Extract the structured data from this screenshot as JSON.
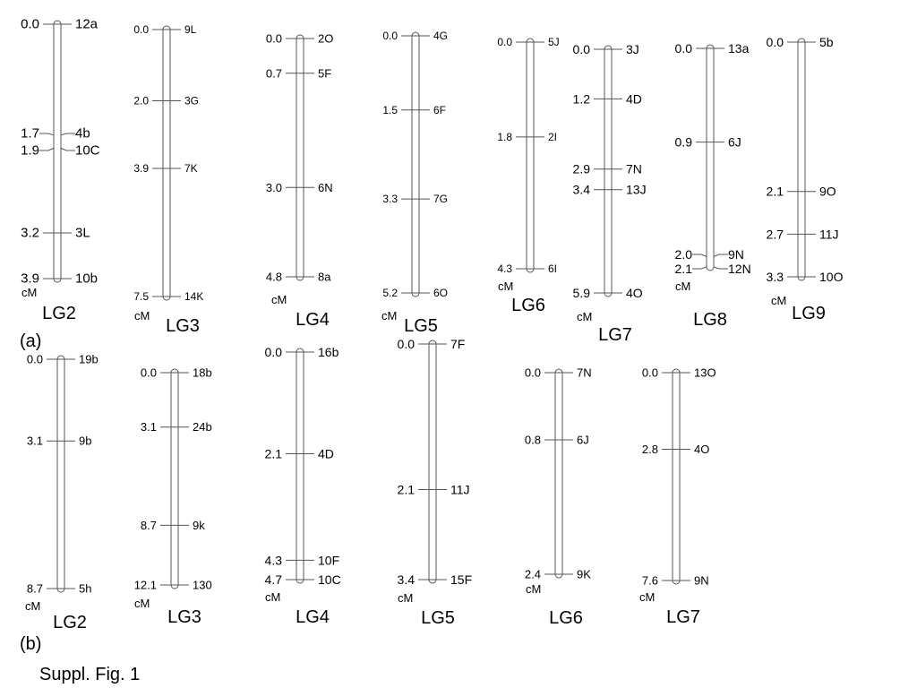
{
  "caption": "Suppl. Fig. 1",
  "unit": "cM",
  "panels": [
    {
      "label": "(a)",
      "groups": [
        {
          "name": "LG2",
          "markers": [
            {
              "pos": "0.0",
              "name": "12a"
            },
            {
              "pos": "1.7",
              "name": "4b"
            },
            {
              "pos": "1.9",
              "name": "10C"
            },
            {
              "pos": "3.2",
              "name": "3L"
            },
            {
              "pos": "3.9",
              "name": "10b"
            }
          ]
        },
        {
          "name": "LG3",
          "markers": [
            {
              "pos": "0.0",
              "name": "9L"
            },
            {
              "pos": "2.0",
              "name": "3G"
            },
            {
              "pos": "3.9",
              "name": "7K"
            },
            {
              "pos": "7.5",
              "name": "14K"
            }
          ]
        },
        {
          "name": "LG4",
          "markers": [
            {
              "pos": "0.0",
              "name": "2O"
            },
            {
              "pos": "0.7",
              "name": "5F"
            },
            {
              "pos": "3.0",
              "name": "6N"
            },
            {
              "pos": "4.8",
              "name": "8a"
            }
          ]
        },
        {
          "name": "LG5",
          "markers": [
            {
              "pos": "0.0",
              "name": "4G"
            },
            {
              "pos": "1.5",
              "name": "6F"
            },
            {
              "pos": "3.3",
              "name": "7G"
            },
            {
              "pos": "5.2",
              "name": "6O"
            }
          ]
        },
        {
          "name": "LG6",
          "markers": [
            {
              "pos": "0.0",
              "name": "5J"
            },
            {
              "pos": "1.8",
              "name": "2I"
            },
            {
              "pos": "4.3",
              "name": "6I"
            }
          ]
        },
        {
          "name": "LG7",
          "markers": [
            {
              "pos": "0.0",
              "name": "3J"
            },
            {
              "pos": "1.2",
              "name": "4D"
            },
            {
              "pos": "2.9",
              "name": "7N"
            },
            {
              "pos": "3.4",
              "name": "13J"
            },
            {
              "pos": "5.9",
              "name": "4O"
            }
          ]
        },
        {
          "name": "LG8",
          "markers": [
            {
              "pos": "0.0",
              "name": "13a"
            },
            {
              "pos": "0.9",
              "name": "6J"
            },
            {
              "pos": "2.0",
              "name": "9N"
            },
            {
              "pos": "2.1",
              "name": "12N"
            }
          ]
        },
        {
          "name": "LG9",
          "markers": [
            {
              "pos": "0.0",
              "name": "5b"
            },
            {
              "pos": "2.1",
              "name": "9O"
            },
            {
              "pos": "2.7",
              "name": "11J"
            },
            {
              "pos": "3.3",
              "name": "10O"
            }
          ]
        }
      ]
    },
    {
      "label": "(b)",
      "groups": [
        {
          "name": "LG2",
          "markers": [
            {
              "pos": "0.0",
              "name": "19b"
            },
            {
              "pos": "3.1",
              "name": "9b"
            },
            {
              "pos": "8.7",
              "name": "5h"
            }
          ]
        },
        {
          "name": "LG3",
          "markers": [
            {
              "pos": "0.0",
              "name": "18b"
            },
            {
              "pos": "3.1",
              "name": "24b"
            },
            {
              "pos": "8.7",
              "name": "9k"
            },
            {
              "pos": "12.1",
              "name": "130"
            }
          ]
        },
        {
          "name": "LG4",
          "markers": [
            {
              "pos": "0.0",
              "name": "16b"
            },
            {
              "pos": "2.1",
              "name": "4D"
            },
            {
              "pos": "4.3",
              "name": "10F"
            },
            {
              "pos": "4.7",
              "name": "10C"
            }
          ]
        },
        {
          "name": "LG5",
          "markers": [
            {
              "pos": "0.0",
              "name": "7F"
            },
            {
              "pos": "2.1",
              "name": "11J"
            },
            {
              "pos": "3.4",
              "name": "15F"
            }
          ]
        },
        {
          "name": "LG6",
          "markers": [
            {
              "pos": "0.0",
              "name": "7N"
            },
            {
              "pos": "0.8",
              "name": "6J"
            },
            {
              "pos": "2.4",
              "name": "9K"
            }
          ]
        },
        {
          "name": "LG7",
          "markers": [
            {
              "pos": "0.0",
              "name": "13O"
            },
            {
              "pos": "2.8",
              "name": "4O"
            },
            {
              "pos": "7.6",
              "name": "9N"
            }
          ]
        }
      ]
    }
  ]
}
